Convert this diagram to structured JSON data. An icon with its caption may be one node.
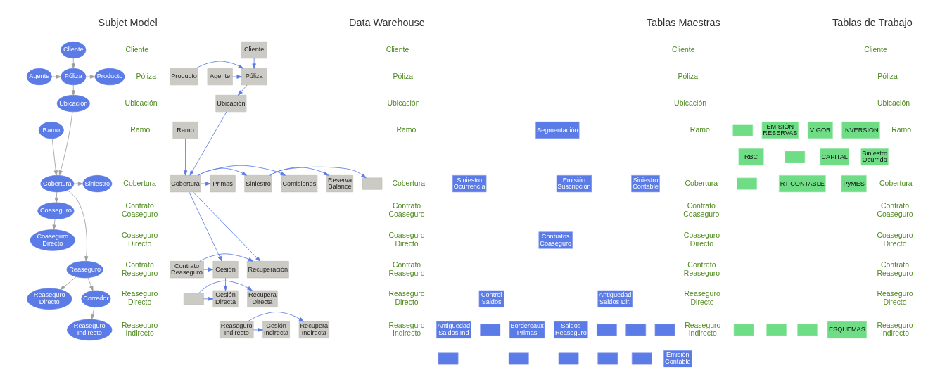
{
  "diagram": {
    "nodes": [
      {
        "text": [
          "Cliente"
        ]
      },
      {
        "text": [
          "Agente"
        ]
      },
      {
        "text": [
          "Póliza"
        ]
      },
      {
        "text": [
          "Producto"
        ]
      },
      {
        "text": [
          "Ubicación"
        ]
      },
      {
        "text": [
          "Ramo"
        ]
      },
      {
        "text": [
          "Siniestro"
        ]
      },
      {
        "text": [
          "Cobertura"
        ]
      },
      {
        "text": [
          "Coaseguro"
        ]
      },
      {
        "text": [
          "Coaseguro Directo"
        ]
      },
      {
        "text": [
          "Reaseguro"
        ]
      },
      {
        "text": [
          "Reaseguro Directo"
        ]
      },
      {
        "text": [
          "Corredor"
        ]
      },
      {
        "text": [
          "Reaseguro Indirecto"
        ]
      },
      {
        "text": [
          "Cliente"
        ]
      },
      {
        "text": [
          "Agente"
        ]
      },
      {
        "text": [
          "Póliza"
        ]
      },
      {
        "text": [
          "Producto"
        ]
      },
      {
        "text": [
          "Ubicación"
        ]
      },
      {
        "text": [
          "Ramo"
        ]
      },
      {
        "text": [
          "Reserva Balance"
        ]
      },
      {
        "text": [],
        "shape": "box"
      },
      {
        "text": [
          "Siniestro"
        ]
      },
      {
        "text": [
          "Cobertura"
        ]
      },
      {
        "text": [
          "Primas"
        ]
      },
      {
        "text": [
          "Comisiones"
        ]
      },
      {
        "text": [
          "Recuperación"
        ]
      },
      {
        "text": [
          "Contrato Reaseguro"
        ]
      },
      {
        "text": [
          "Cesión"
        ]
      },
      {
        "text": [
          "Recupera Directa"
        ]
      },
      {
        "text": [],
        "shape": "box"
      },
      {
        "text": [
          "Cesión Directa"
        ]
      },
      {
        "text": [
          "Recupera Indirecta"
        ]
      },
      {
        "text": [
          "Reaseguro Indirecto"
        ]
      },
      {
        "text": [
          "Cesión Indirecta"
        ]
      },
      {
        "text": [
          "Segmentación"
        ]
      },
      {
        "text": [
          "Siniestro Contable"
        ]
      },
      {
        "text": [
          "Emisión Suscripción"
        ]
      },
      {
        "text": [
          "Siniestro Ocurrencia"
        ]
      },
      {
        "text": [
          "Contratos Coaseguro"
        ]
      },
      {
        "text": [
          "Antigüedad Saldos Dir."
        ]
      },
      {
        "text": [
          "Control Saldos"
        ]
      },
      {
        "text": [],
        "shape": "box"
      },
      {
        "text": [],
        "shape": "box"
      },
      {
        "text": [],
        "shape": "box"
      },
      {
        "text": [
          "Saldos Reaseguro"
        ]
      },
      {
        "text": [
          "Bordereaux Primas"
        ]
      },
      {
        "text": [],
        "shape": "box"
      },
      {
        "text": [
          "Antigüedad Saldos Ind"
        ]
      },
      {
        "text": [
          "Emisión Contable"
        ]
      },
      {
        "text": [],
        "shape": "box"
      },
      {
        "text": [],
        "shape": "box"
      },
      {
        "text": [],
        "shape": "box"
      },
      {
        "text": [],
        "shape": "box"
      },
      {
        "text": [],
        "shape": "box"
      },
      {
        "text": [
          "INVERSIÓN"
        ]
      },
      {
        "text": [
          "VIGOR"
        ]
      },
      {
        "text": [
          "EMISIÓN RESERVAS"
        ]
      },
      {
        "text": [],
        "shape": "box"
      },
      {
        "text": [
          "Siniestro Ocurrido"
        ]
      },
      {
        "text": [
          "CAPITAL"
        ]
      },
      {
        "text": [],
        "shape": "box"
      },
      {
        "text": [
          "RBC"
        ]
      },
      {
        "text": [
          "PyMES"
        ]
      },
      {
        "text": [
          "RT CONTABLE"
        ]
      },
      {
        "text": [],
        "shape": "box"
      },
      {
        "text": [
          "ESQUEMAS"
        ]
      },
      {
        "text": [],
        "shape": "box"
      },
      {
        "text": [],
        "shape": "box"
      },
      {
        "text": [],
        "shape": "box"
      }
    ],
    "edges": [
      {
        "from": 0,
        "to": 2,
        "arrow": "to",
        "color": "#9e9e9e"
      },
      {
        "from": 1,
        "to": 2,
        "arrow": "to",
        "color": "#9e9e9e"
      },
      {
        "from": 2,
        "to": 3,
        "arrow": "to",
        "color": "#9e9e9e"
      },
      {
        "from": 2,
        "to": 4,
        "arrow": "to",
        "color": "#9e9e9e"
      },
      {
        "from": 4,
        "to": 7,
        "arrow": "to",
        "color": "#9e9e9e"
      },
      {
        "from": 5,
        "to": 7,
        "arrow": "to",
        "color": "#9e9e9e"
      },
      {
        "from": 7,
        "to": 6,
        "arrow": "to",
        "color": "#9e9e9e"
      },
      {
        "from": 7,
        "to": 8,
        "arrow": "to",
        "color": "#9e9e9e"
      },
      {
        "from": 8,
        "to": 9,
        "arrow": "to",
        "color": "#9e9e9e"
      },
      {
        "from": 7,
        "to": 10,
        "arrow": "to",
        "color": "#9e9e9e"
      },
      {
        "from": 10,
        "to": 11,
        "arrow": "to",
        "color": "#9e9e9e"
      },
      {
        "from": 10,
        "to": 12,
        "arrow": "to",
        "color": "#9e9e9e"
      },
      {
        "from": 12,
        "to": 13,
        "arrow": "to",
        "color": "#9e9e9e"
      },
      {
        "from": 14,
        "to": 16,
        "arrow": "to"
      },
      {
        "from": 15,
        "to": 16,
        "arrow": "to"
      },
      {
        "from": 17,
        "to": 16,
        "arrow": "to"
      },
      {
        "from": 16,
        "to": 18,
        "arrow": "to"
      },
      {
        "from": 18,
        "to": 23,
        "arrow": "to"
      },
      {
        "from": 19,
        "to": 23,
        "arrow": "to"
      },
      {
        "from": 23,
        "to": 22,
        "arrow": "to"
      },
      {
        "from": 22,
        "to": 21,
        "arrow": "to"
      },
      {
        "from": 22,
        "to": 20,
        "arrow": "to"
      },
      {
        "from": 23,
        "to": 24,
        "arrow": "to"
      },
      {
        "from": 23,
        "to": 25,
        "arrow": "to"
      },
      {
        "from": 23,
        "to": 26,
        "arrow": "to"
      },
      {
        "from": 23,
        "to": 28,
        "arrow": "to"
      },
      {
        "from": 27,
        "to": 26,
        "arrow": "to"
      },
      {
        "from": 27,
        "to": 28,
        "arrow": "to"
      },
      {
        "from": 28,
        "to": 31,
        "arrow": "to"
      },
      {
        "from": 30,
        "to": 29,
        "arrow": "to"
      },
      {
        "from": 30,
        "to": 31,
        "arrow": "to"
      },
      {
        "from": 33,
        "to": 32,
        "arrow": "to"
      },
      {
        "from": 33,
        "to": 34,
        "arrow": "to"
      }
    ],
    "labels": [
      "Subjet Model",
      "Data Warehouse",
      "Tablas Maestras",
      "Tablas de Trabajo",
      "Cliente",
      "Cliente",
      "Cliente",
      "Cliente",
      "Póliza",
      "Póliza",
      "Póliza",
      "Póliza",
      "Ubicación",
      "Ubicación",
      "Ubicación",
      "Ubicación",
      "Ramo",
      "Ramo",
      "Ramo",
      "Ramo",
      "Cobertura",
      "Cobertura",
      "Cobertura",
      "Cobertura",
      "Contrato Coaseguro",
      "Contrato Coaseguro",
      "Contrato Coaseguro",
      "Contrato Coaseguro",
      "Coaseguro Directo",
      "Coaseguro Directo",
      "Coaseguro Directo",
      "Coaseguro Directo",
      "Contrato Reaseguro",
      "Contrato Reaseguro",
      "Contrato Reaseguro",
      "Contrato Reaseguro",
      "Reaseguro Directo",
      "Reaseguro Directo",
      "Reaseguro Directo",
      "Reaseguro Directo",
      "Reaseguro Indirecto",
      "Reaseguro Indirecto",
      "Reaseguro Indirecto",
      "Reaseguro Indirecto"
    ]
  }
}
